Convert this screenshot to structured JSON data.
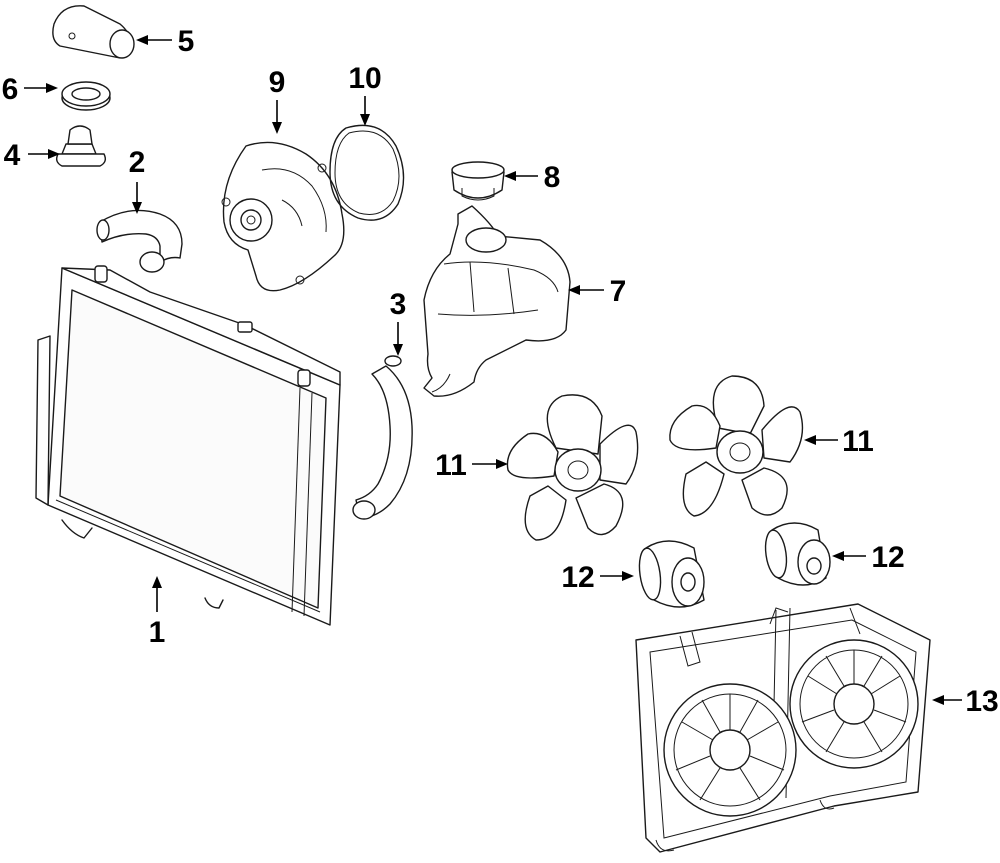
{
  "callouts": [
    {
      "id": "radiator",
      "label": "1"
    },
    {
      "id": "upper-hose",
      "label": "2"
    },
    {
      "id": "lower-hose",
      "label": "3"
    },
    {
      "id": "thermostat",
      "label": "4"
    },
    {
      "id": "water-outlet",
      "label": "5"
    },
    {
      "id": "outlet-gasket",
      "label": "6"
    },
    {
      "id": "reservoir",
      "label": "7"
    },
    {
      "id": "reservoir-cap",
      "label": "8"
    },
    {
      "id": "water-pump",
      "label": "9"
    },
    {
      "id": "pump-gasket",
      "label": "10"
    },
    {
      "id": "fan-blade-left",
      "label": "11"
    },
    {
      "id": "fan-blade-right",
      "label": "11"
    },
    {
      "id": "fan-motor-left",
      "label": "12"
    },
    {
      "id": "fan-motor-right",
      "label": "12"
    },
    {
      "id": "fan-shroud",
      "label": "13"
    }
  ]
}
